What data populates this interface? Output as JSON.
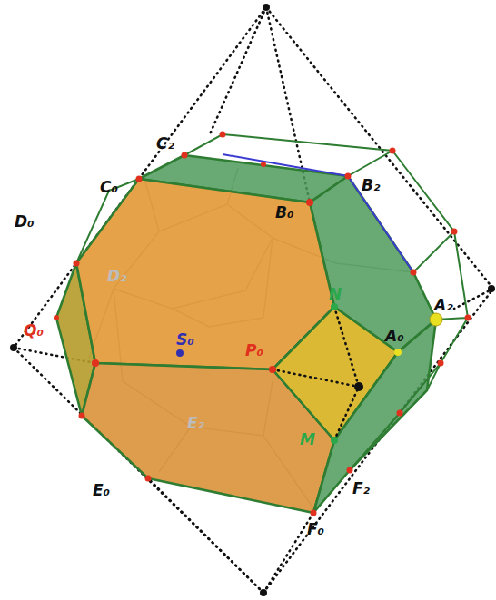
{
  "diagram": {
    "labels": [
      "C₂",
      "B₂",
      "C₀",
      "B₀",
      "D₂",
      "D₀",
      "N",
      "A₂",
      "Q₀",
      "S₀",
      "P₀",
      "A₀",
      "E₂",
      "M",
      "F₂",
      "E₀",
      "F₀"
    ]
  }
}
